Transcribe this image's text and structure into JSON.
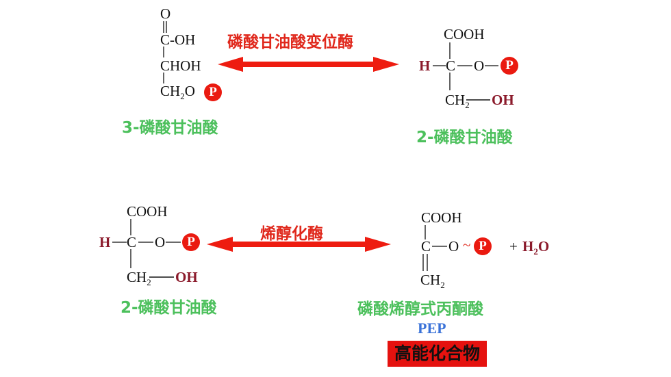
{
  "reaction1": {
    "enzyme": "磷酸甘油酸变位酶",
    "left": {
      "o": "O",
      "c_oh": "C-OH",
      "choh": "CHOH",
      "ch2o_ch": "CH",
      "ch2o_sub": "2",
      "ch2o_o": "O",
      "p": "P",
      "name": "3-磷酸甘油酸"
    },
    "right": {
      "cooh": "COOH",
      "h": "H",
      "c": "C",
      "o": "O",
      "p": "P",
      "ch": "CH",
      "sub": "2",
      "oh": "OH",
      "name": "2-磷酸甘油酸"
    }
  },
  "reaction2": {
    "enzyme": "烯醇化酶",
    "left": {
      "cooh": "COOH",
      "h": "H",
      "c": "C",
      "o": "O",
      "p": "P",
      "ch": "CH",
      "sub": "2",
      "oh": "OH",
      "name": "2-磷酸甘油酸"
    },
    "right": {
      "cooh": "COOH",
      "c": "C",
      "o": "O",
      "tilde": "~",
      "p": "P",
      "ch": "CH",
      "sub": "2",
      "plus": "+",
      "water_h": "H",
      "water_sub": "2",
      "water_o": "O",
      "name": "磷酸烯醇式丙酮酸",
      "abbr": "PEP",
      "highlight": "高能化合物"
    }
  },
  "colors": {
    "arrow": "#ee1c10",
    "phosphate": "#ea1a10",
    "label_green": "#4cc05c",
    "atom_dark_red": "#8b1a2b",
    "pep_blue": "#3a72d8"
  }
}
